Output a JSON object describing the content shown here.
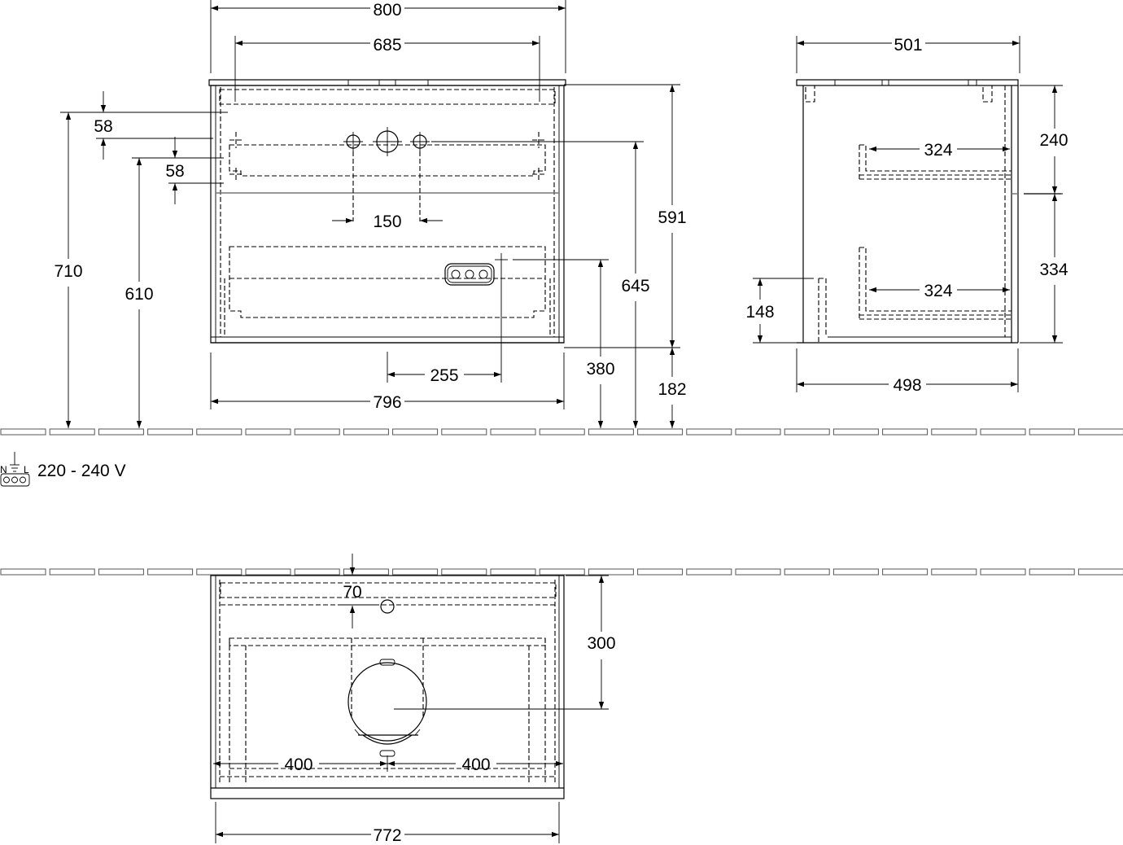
{
  "front_view": {
    "width_overall": "800",
    "width_top": "685",
    "offset_upper": "58",
    "offset_lower": "58",
    "height_710": "710",
    "height_610": "610",
    "tap_spacing": "150",
    "height_591": "591",
    "height_645": "645",
    "socket_offset": "255",
    "width_bottom": "796",
    "height_380": "380",
    "height_182": "182"
  },
  "side_view": {
    "depth_top": "501",
    "drawer_depth_upper": "324",
    "drawer_depth_lower": "324",
    "height_240": "240",
    "height_334": "334",
    "height_148": "148",
    "depth_bottom": "498"
  },
  "electrical": {
    "symbol_labels": [
      "N",
      "L"
    ],
    "voltage": "220 - 240 V"
  },
  "top_view": {
    "offset_70": "70",
    "depth_300": "300",
    "half_left": "400",
    "half_right": "400",
    "width_772": "772"
  }
}
